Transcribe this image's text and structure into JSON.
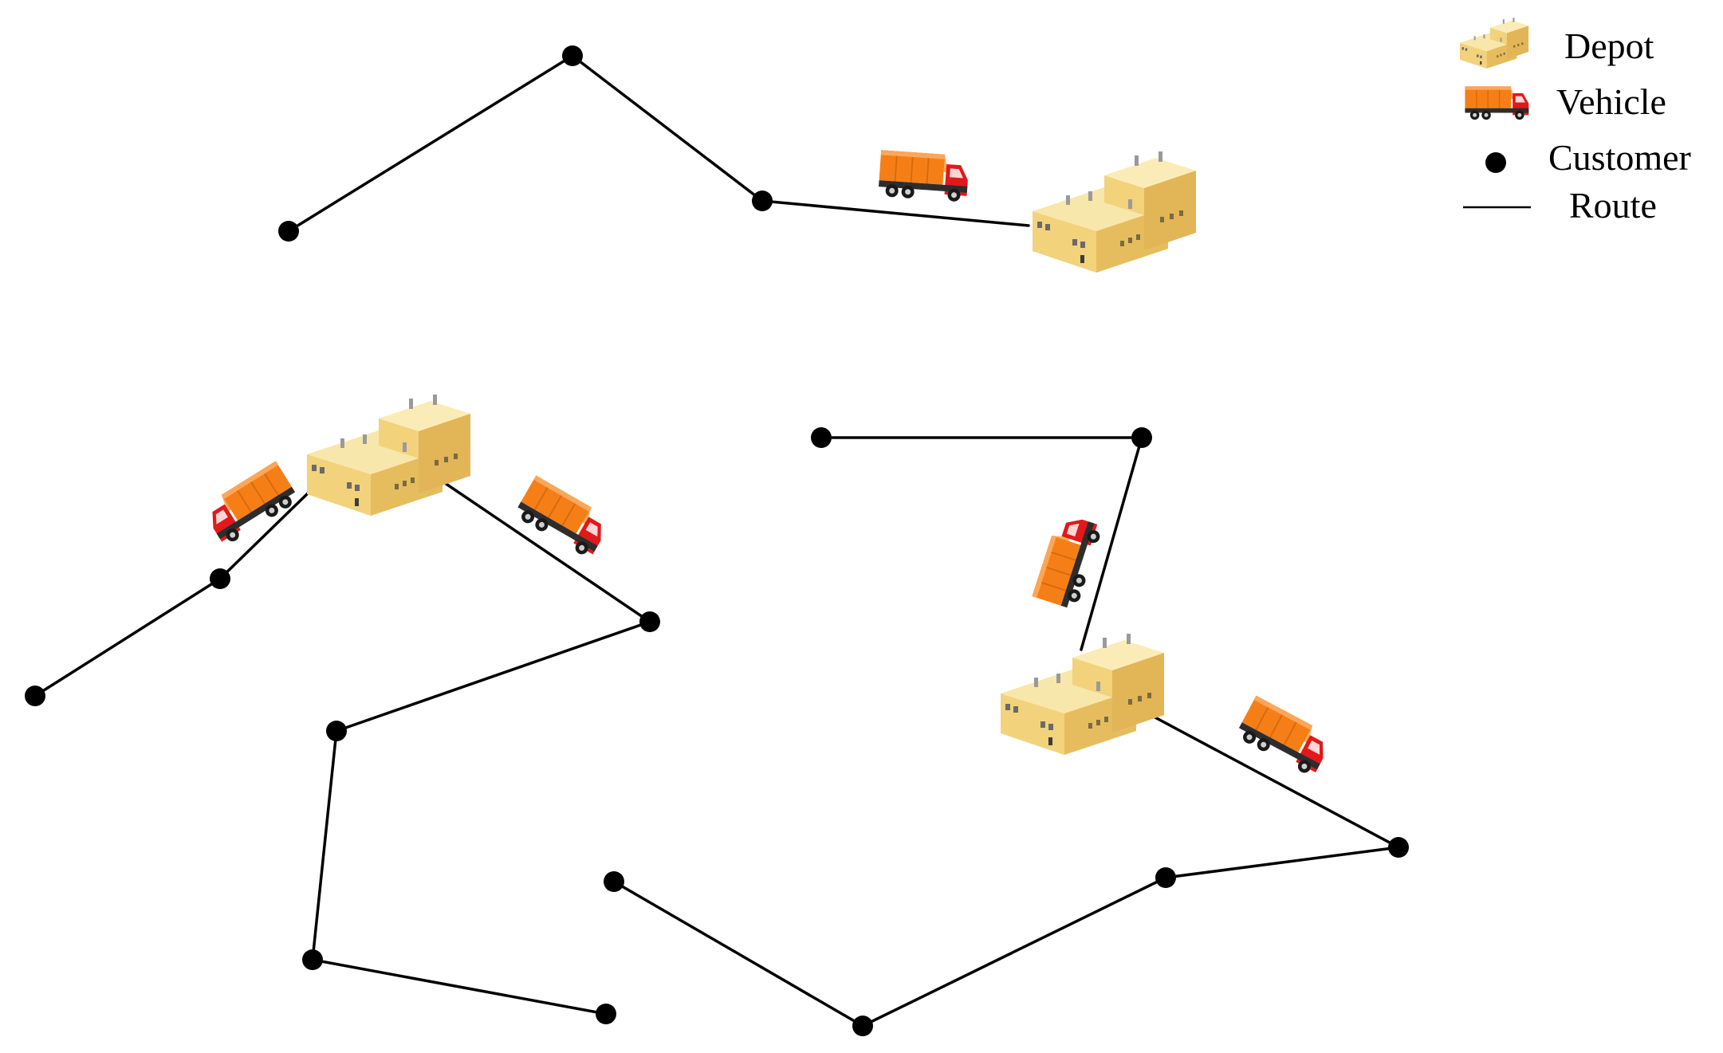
{
  "legend": {
    "depot": "Depot",
    "vehicle": "Vehicle",
    "customer": "Customer",
    "route": "Route"
  },
  "colors": {
    "route": "#000000",
    "customer": "#000000",
    "depot_roof": "#f7e3a0",
    "depot_front": "#f2d27c",
    "depot_side": "#e3b95a",
    "truck_cargo": "#f57f16",
    "truck_cab": "#e0191b"
  }
}
